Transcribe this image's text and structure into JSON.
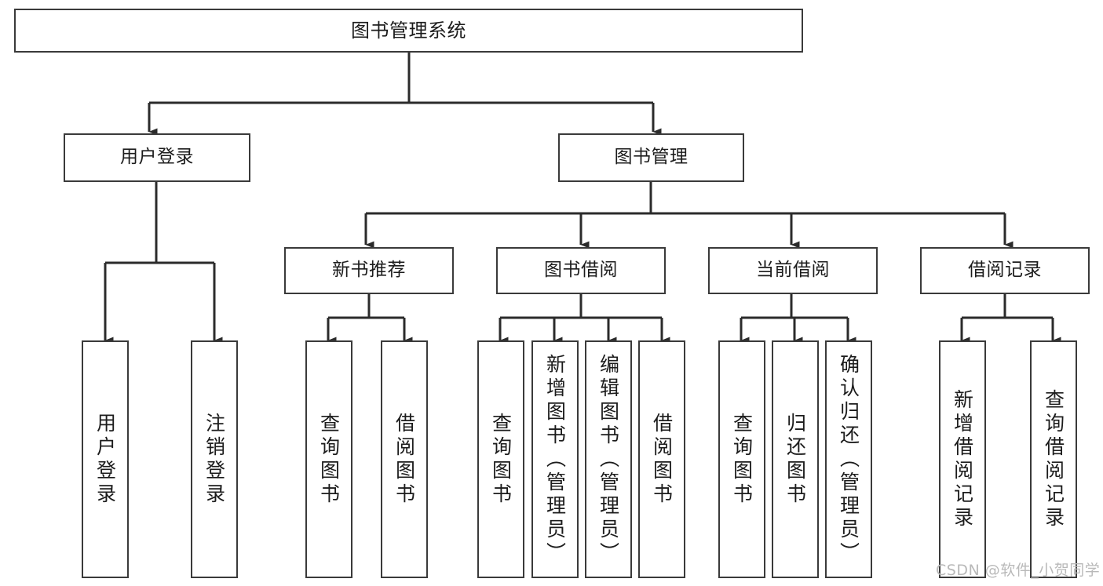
{
  "diagram": {
    "title": "图书管理系统",
    "type": "tree-hierarchy",
    "orientation": "top-down",
    "colors": {
      "box_border": "#3a3a3a",
      "box_fill": "#ffffff",
      "connector": "#2b2b2b",
      "text": "#1c1c1c",
      "watermark": "#b9b9b9",
      "background": "#ffffff"
    },
    "watermark": "CSDN @软件_小贺同学"
  },
  "nodes": {
    "root": {
      "label": "图书管理系统",
      "level": 0
    },
    "level1": [
      {
        "id": "user-login",
        "label": "用户登录"
      },
      {
        "id": "book-manage",
        "label": "图书管理"
      }
    ],
    "level2": [
      {
        "id": "new-book-recommend",
        "label": "新书推荐",
        "parent": "book-manage"
      },
      {
        "id": "book-borrow",
        "label": "图书借阅",
        "parent": "book-manage"
      },
      {
        "id": "current-borrow",
        "label": "当前借阅",
        "parent": "book-manage"
      },
      {
        "id": "borrow-record",
        "label": "借阅记录",
        "parent": "book-manage"
      }
    ],
    "leaves": {
      "user-login": [
        {
          "id": "leaf-user-login",
          "label": "用户登录"
        },
        {
          "id": "leaf-user-logout",
          "label": "注销登录"
        }
      ],
      "new-book-recommend": [
        {
          "id": "leaf-query-book-1",
          "label": "查询图书"
        },
        {
          "id": "leaf-borrow-book-1",
          "label": "借阅图书"
        }
      ],
      "book-borrow": [
        {
          "id": "leaf-query-book-2",
          "label": "查询图书"
        },
        {
          "id": "leaf-add-book",
          "label": "新增图书（管理员）"
        },
        {
          "id": "leaf-edit-book",
          "label": "编辑图书（管理员）"
        },
        {
          "id": "leaf-borrow-book-2",
          "label": "借阅图书"
        }
      ],
      "current-borrow": [
        {
          "id": "leaf-query-book-3",
          "label": "查询图书"
        },
        {
          "id": "leaf-return-book",
          "label": "归还图书"
        },
        {
          "id": "leaf-confirm-return",
          "label": "确认归还（管理员）"
        }
      ],
      "borrow-record": [
        {
          "id": "leaf-add-record",
          "label": "新增借阅记录"
        },
        {
          "id": "leaf-query-record",
          "label": "查询借阅记录"
        }
      ]
    }
  }
}
